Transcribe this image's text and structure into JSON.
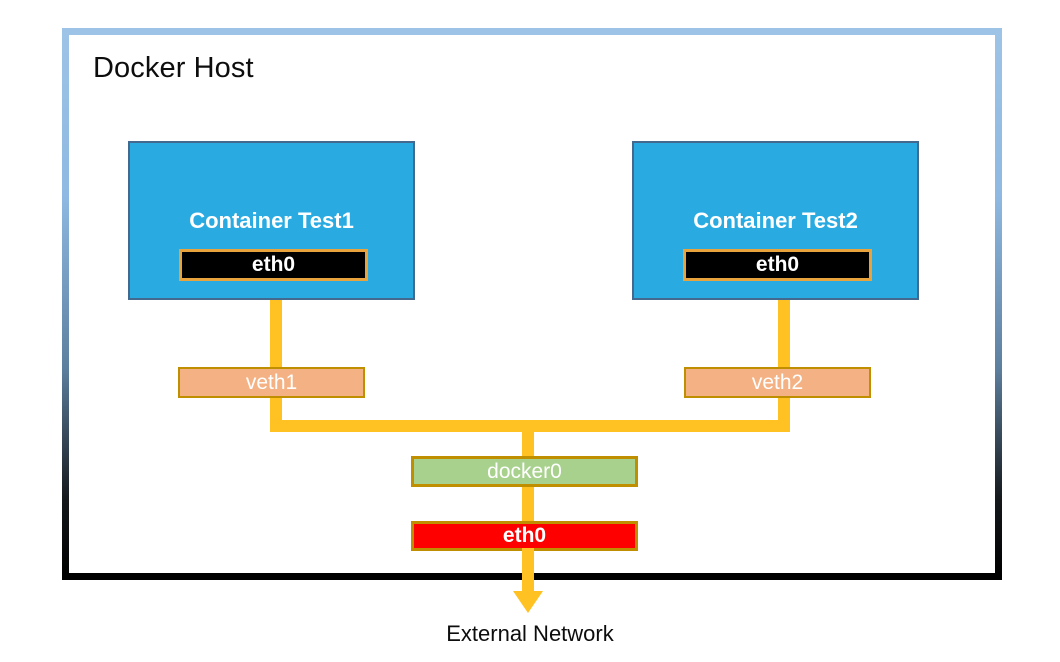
{
  "diagram": {
    "title": "Docker Host",
    "external_network_label": "External Network",
    "containers": [
      {
        "name": "Container Test1",
        "interface": "eth0"
      },
      {
        "name": "Container Test2",
        "interface": "eth0"
      }
    ],
    "veths": [
      {
        "label": "veth1"
      },
      {
        "label": "veth2"
      }
    ],
    "bridge": {
      "label": "docker0"
    },
    "host_interface": {
      "label": "eth0"
    },
    "colors": {
      "frame_border_top": "#9DC3E6",
      "frame_border_bottom": "#000000",
      "container_fill": "#29ABE2",
      "container_border": "#44698F",
      "container_eth_fill": "#000000",
      "container_eth_border": "#E8A33D",
      "veth_fill": "#F4B183",
      "veth_border": "#BF8F00",
      "bridge_fill": "#A9D18E",
      "bridge_border": "#BF8F00",
      "host_eth_fill": "#FF0000",
      "host_eth_border": "#BF8F00",
      "wire": "#FFC222",
      "text_dark": "#0D0D0D",
      "text_light": "#FFFFFF"
    }
  }
}
